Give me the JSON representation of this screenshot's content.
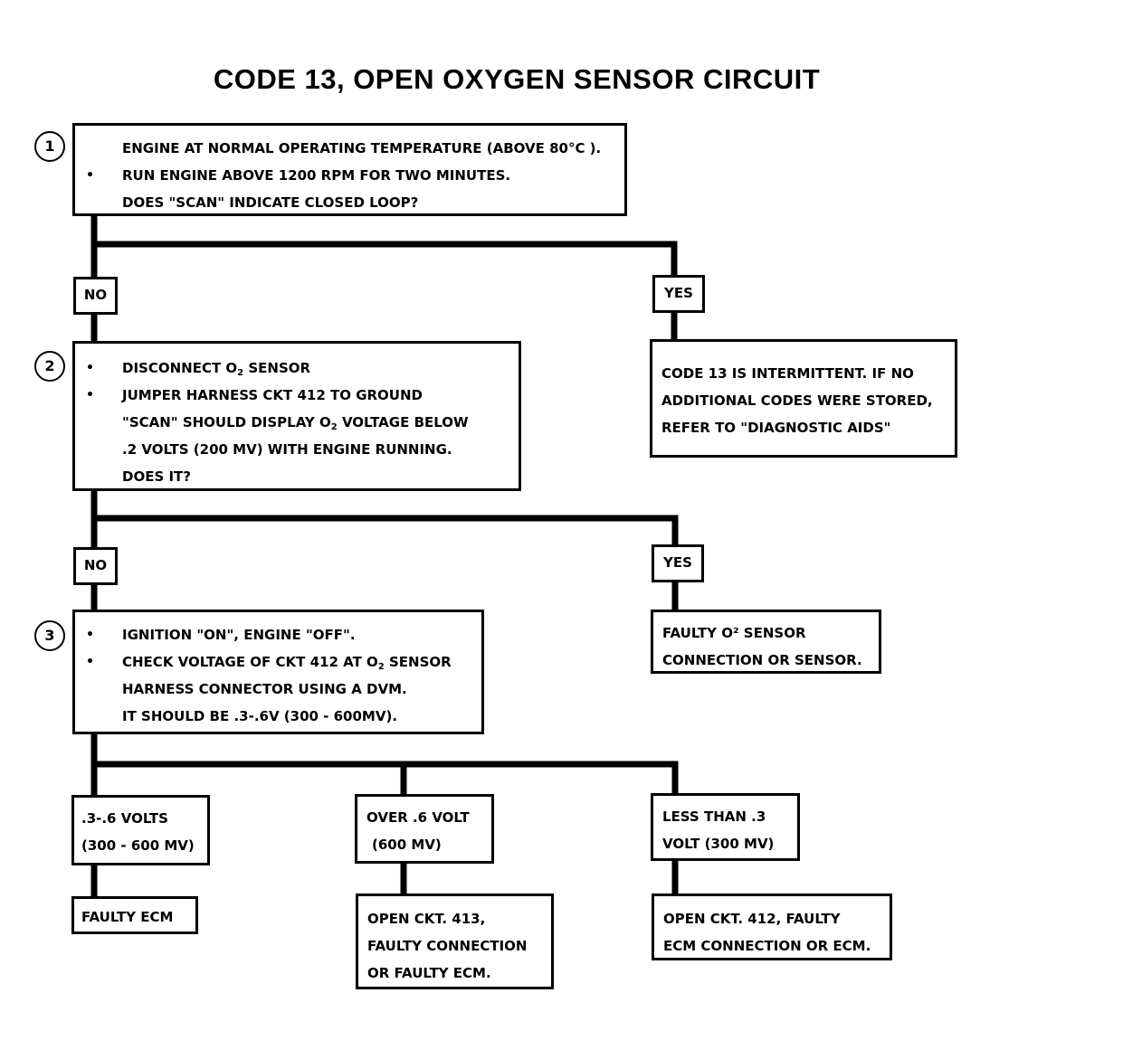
{
  "title": "CODE 13, OPEN OXYGEN SENSOR CIRCUIT",
  "steps": {
    "s1": {
      "number": "1",
      "lines": [
        {
          "bullet": "",
          "text": "ENGINE AT NORMAL OPERATING TEMPERATURE (ABOVE 80°C )."
        },
        {
          "bullet": "•",
          "text": "RUN ENGINE ABOVE 1200 RPM FOR TWO MINUTES."
        },
        {
          "bullet": "",
          "text": "DOES \"SCAN\" INDICATE CLOSED LOOP?"
        }
      ]
    },
    "s2": {
      "number": "2",
      "lines": [
        {
          "bullet": "•",
          "text_a": "DISCONNECT O",
          "sub": "2",
          "text_b": " SENSOR"
        },
        {
          "bullet": "•",
          "text_a": "JUMPER HARNESS CKT 412 TO GROUND",
          "sub": "",
          "text_b": ""
        },
        {
          "bullet": "",
          "text_a": "\"SCAN\"  SHOULD DISPLAY O",
          "sub": "2",
          "text_b": " VOLTAGE BELOW"
        },
        {
          "bullet": "",
          "text_a": ".2  VOLTS  (200 MV) WITH ENGINE RUNNING.",
          "sub": "",
          "text_b": ""
        },
        {
          "bullet": "",
          "text_a": "DOES IT?",
          "sub": "",
          "text_b": ""
        }
      ]
    },
    "s3": {
      "number": "3",
      "lines": [
        {
          "bullet": "•",
          "text_a": "IGNITION \"ON\",  ENGINE  \"OFF\".",
          "sub": "",
          "text_b": ""
        },
        {
          "bullet": "•",
          "text_a": "CHECK VOLTAGE OF CKT 412 AT O",
          "sub": "2",
          "text_b": " SENSOR"
        },
        {
          "bullet": "",
          "text_a": "HARNESS CONNECTOR USING A DVM.",
          "sub": "",
          "text_b": ""
        },
        {
          "bullet": "",
          "text_a": "IT SHOULD BE .3-.6V (300 - 600MV).",
          "sub": "",
          "text_b": ""
        }
      ]
    }
  },
  "labels": {
    "no1": "NO",
    "yes1": "YES",
    "no2": "NO",
    "yes2": "YES"
  },
  "results": {
    "r1": [
      "CODE 13 IS INTERMITTENT.  IF NO",
      "ADDITIONAL CODES WERE STORED,",
      "REFER TO  \"DIAGNOSTIC AIDS\""
    ],
    "r2": [
      "FAULTY O² SENSOR",
      "CONNECTION OR SENSOR."
    ]
  },
  "branches": {
    "b1": {
      "cond": [
        ".3-.6 VOLTS",
        "(300 - 600 MV)"
      ],
      "result": [
        "FAULTY ECM"
      ]
    },
    "b2": {
      "cond": [
        "OVER .6  VOLT",
        "(600 MV)"
      ],
      "result": [
        "OPEN CKT. 413,",
        "FAULTY CONNECTION",
        "OR FAULTY ECM."
      ]
    },
    "b3": {
      "cond": [
        "LESS THAN .3",
        "VOLT  (300 MV)"
      ],
      "result": [
        "OPEN CKT. 412, FAULTY",
        "ECM CONNECTION OR ECM."
      ]
    }
  }
}
